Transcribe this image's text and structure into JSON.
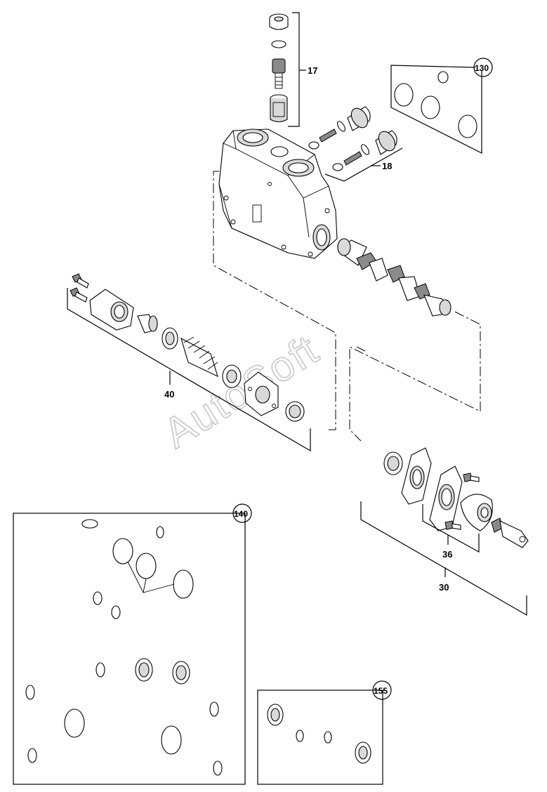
{
  "watermark": "AutoSoft",
  "callouts": {
    "c17": "17",
    "c18": "18",
    "c30": "30",
    "c36": "36",
    "c40": "40",
    "c130": "130",
    "c140": "140",
    "c155": "155"
  }
}
